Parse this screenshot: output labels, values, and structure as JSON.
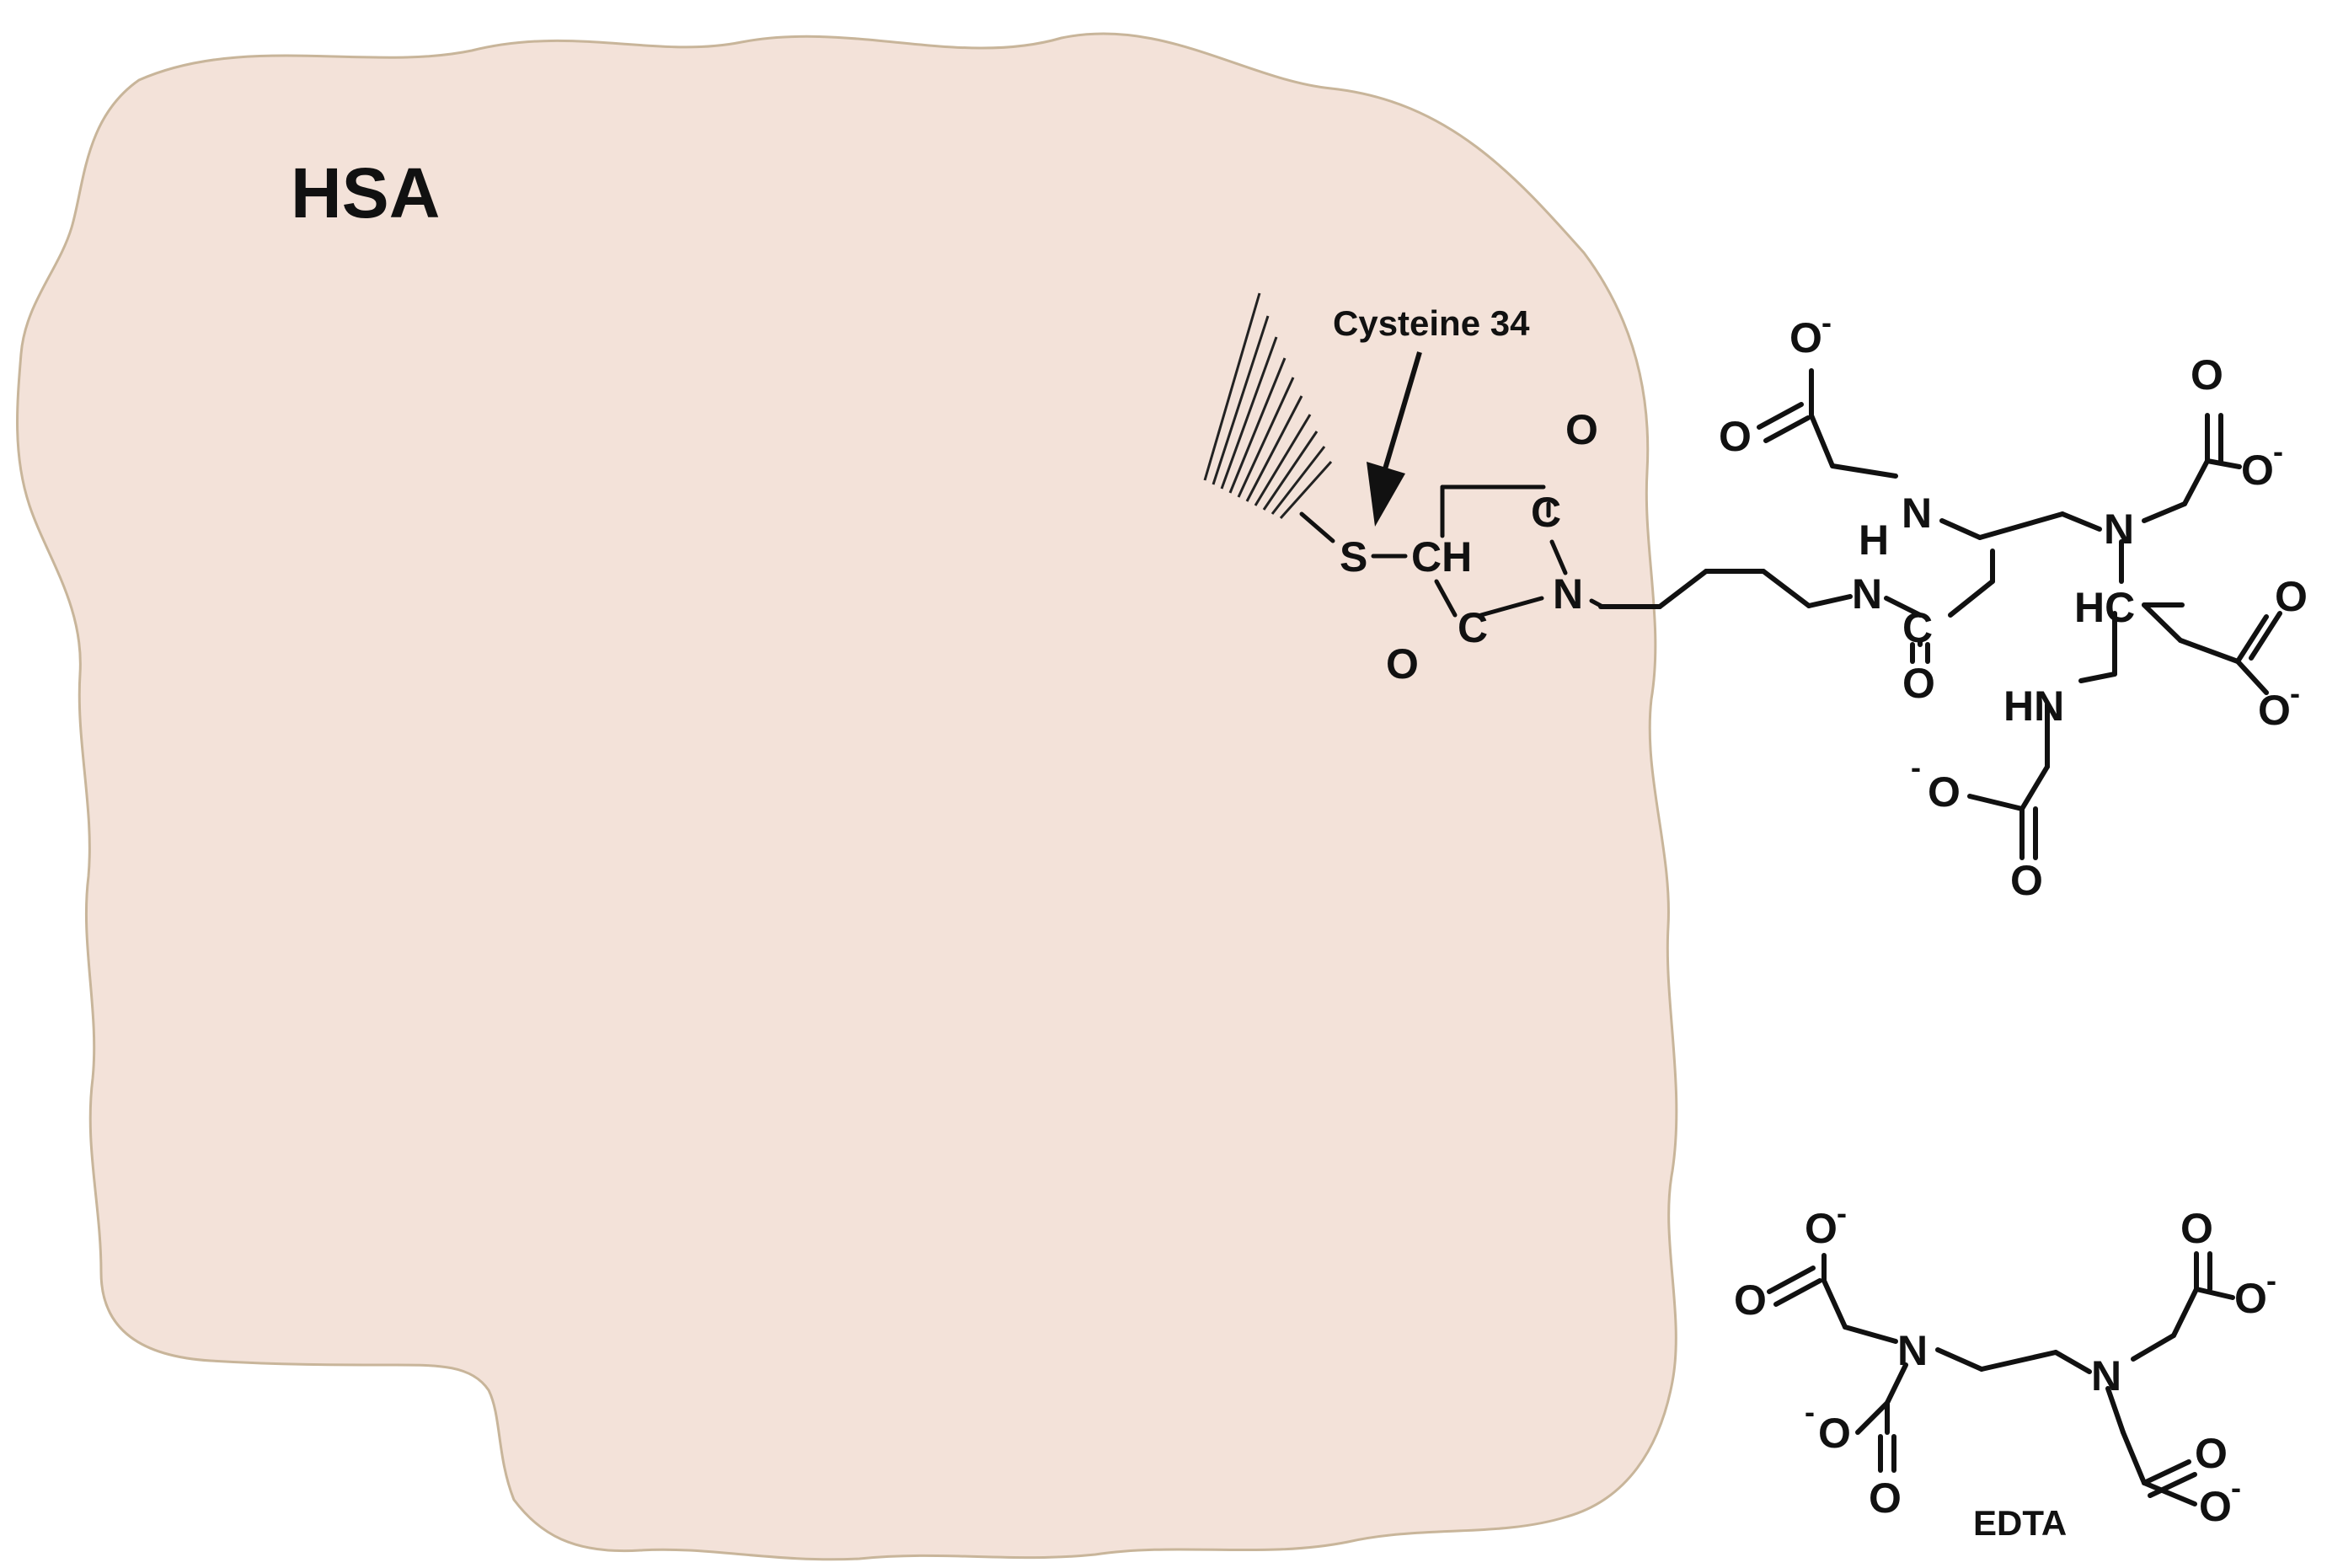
{
  "colors": {
    "protein_fill": "#f3e2d9",
    "protein_edge": "#c8b59a",
    "ink": "#111111"
  },
  "protein": {
    "label": "HSA"
  },
  "annotation": {
    "residue": "Cysteine 34"
  },
  "atoms": {
    "S": "S",
    "CH": "CH",
    "HC": "HC",
    "N": "N",
    "NH": "NH",
    "HN": "HN",
    "H": "H",
    "C": "C",
    "O": "O",
    "O_minus": "O",
    "charge": "-"
  },
  "edta": {
    "caption": "EDTA"
  }
}
